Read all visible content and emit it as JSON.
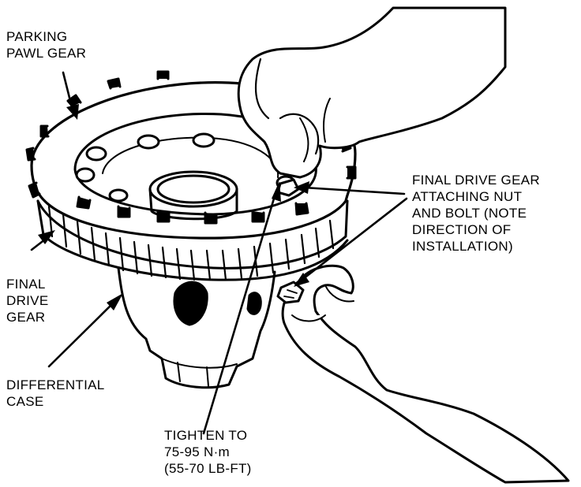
{
  "labels": {
    "parking_pawl_gear": [
      "PARKING",
      "PAWL GEAR"
    ],
    "final_drive_gear_nut_bolt": [
      "FINAL DRIVE GEAR",
      "ATTACHING NUT",
      "AND BOLT (NOTE",
      "DIRECTION OF",
      "INSTALLATION)"
    ],
    "final_drive_gear": [
      "FINAL",
      "DRIVE",
      "GEAR"
    ],
    "differential_case": [
      "DIFFERENTIAL",
      "CASE"
    ],
    "tighten_to": [
      "TIGHTEN TO",
      "75-95 N·m",
      "(55-70 LB-FT)"
    ]
  },
  "colors": {
    "ink": "#000000",
    "paper": "#ffffff"
  }
}
